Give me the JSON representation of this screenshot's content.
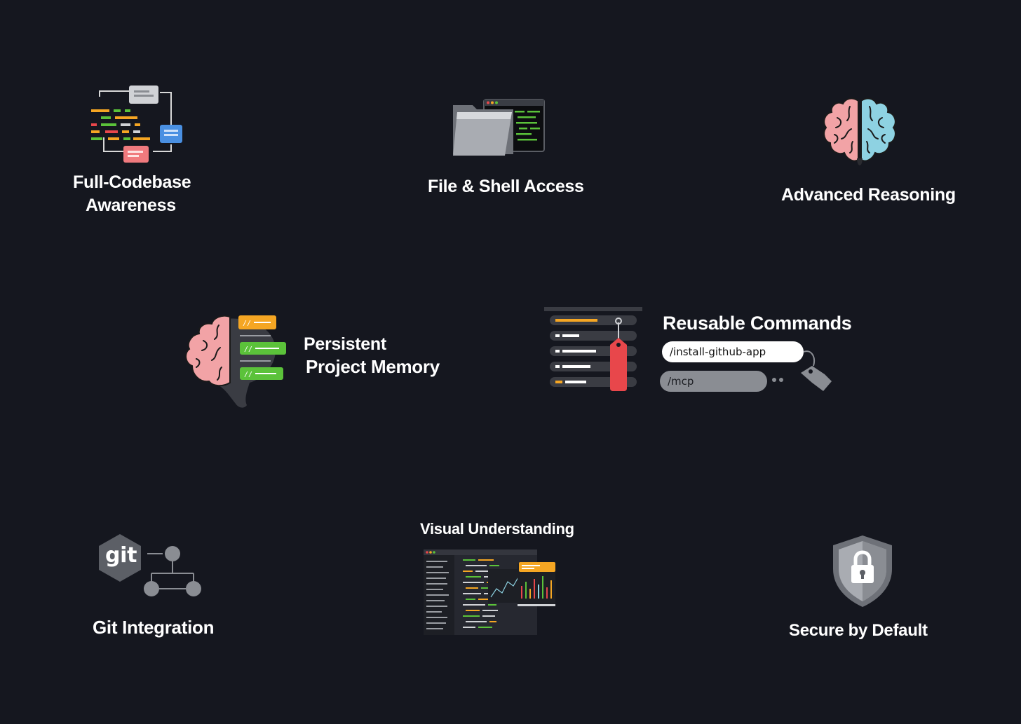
{
  "features": {
    "full_codebase": {
      "line1": "Full-Codebase",
      "line2": "Awareness",
      "icon": "codebase-graph-icon"
    },
    "file_shell": {
      "label": "File & Shell Access",
      "icon": "folder-terminal-icon"
    },
    "reasoning": {
      "label": "Advanced Reasoning",
      "icon": "brain-icon"
    },
    "memory": {
      "line1": "Persistent",
      "line2": "Project Memory",
      "icon": "brain-memory-icon"
    },
    "commands": {
      "label": "Reusable Commands",
      "icon": "command-list-tag-icon",
      "items": [
        "/install-github-app",
        "/mcp"
      ]
    },
    "visual": {
      "label": "Visual Understanding",
      "icon": "screenshot-editor-icon"
    },
    "git": {
      "label": "Git Integration",
      "logo_text": "git",
      "icon": "git-branch-icon"
    },
    "secure": {
      "label": "Secure by Default",
      "icon": "shield-lock-icon"
    }
  },
  "colors": {
    "background": "#15171f",
    "text": "#ffffff",
    "orange": "#f5a623",
    "green": "#5bc23a",
    "red": "#e8474b",
    "blue": "#4a90e2",
    "pink": "#f2a3a6",
    "light_blue": "#8ed2e2",
    "gray": "#8a8d93"
  }
}
